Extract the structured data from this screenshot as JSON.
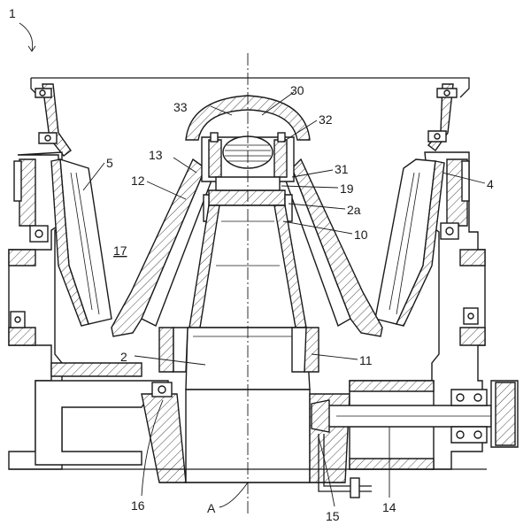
{
  "labels": {
    "l1": "1",
    "l2": "2",
    "l2a": "2a",
    "l4": "4",
    "l5": "5",
    "l10": "10",
    "l11": "11",
    "l12": "12",
    "l13": "13",
    "l14": "14",
    "l15": "15",
    "l16": "16",
    "l17": "17",
    "l19": "19",
    "l30": "30",
    "l31": "31",
    "l32": "32",
    "l33": "33",
    "lA": "A"
  }
}
